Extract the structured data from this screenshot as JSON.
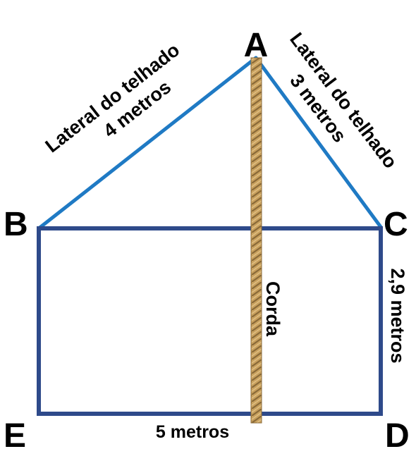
{
  "points": {
    "a": "A",
    "b": "B",
    "c": "C",
    "d": "D",
    "e": "E"
  },
  "labels": {
    "roof_left_title": "Lateral do telhado",
    "roof_left_length": "4 metros",
    "roof_right_title": "Lateral do telhado",
    "roof_right_length": "3 metros",
    "rope": "Corda",
    "wall_height": "2,9 metros",
    "base_length": "5 metros"
  },
  "colors": {
    "roof_lines": "#1f7ac4",
    "house_outline": "#2e4a8a",
    "rope": "#c9a15e",
    "text": "#000000"
  }
}
